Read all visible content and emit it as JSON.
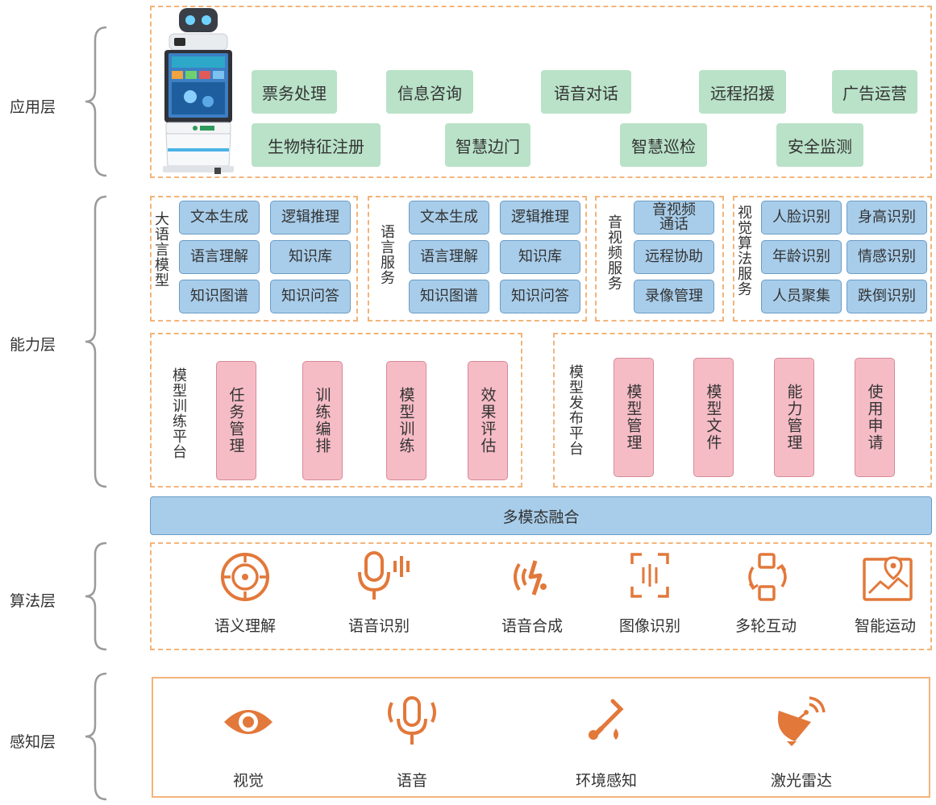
{
  "layers": {
    "application": "应用层",
    "capability": "能力层",
    "algorithm": "算法层",
    "perception": "感知层"
  },
  "application": {
    "row1": [
      "票务处理",
      "信息咨询",
      "语音对话",
      "远程招援",
      "广告运营"
    ],
    "row2": [
      "生物特征注册",
      "智慧边门",
      "智慧巡检",
      "安全监测"
    ]
  },
  "services": {
    "llm": {
      "title": "大语言模型",
      "items": [
        "文本生成",
        "逻辑推理",
        "语言理解",
        "知识库",
        "知识图谱",
        "知识问答"
      ]
    },
    "language": {
      "title": "语言服务",
      "items": [
        "文本生成",
        "逻辑推理",
        "语言理解",
        "知识库",
        "知识图谱",
        "知识问答"
      ]
    },
    "av": {
      "title": "音视频服务",
      "items": [
        "音视频通话",
        "远程协助",
        "录像管理"
      ]
    },
    "vision": {
      "title": "视觉算法服务",
      "items": [
        "人脸识别",
        "身高识别",
        "年龄识别",
        "情感识别",
        "人员聚集",
        "跌倒识别"
      ]
    }
  },
  "platforms": {
    "training": {
      "title": "模型训练平台",
      "items": [
        "任务管理",
        "训练编排",
        "模型训练",
        "效果评估"
      ]
    },
    "release": {
      "title": "模型发布平台",
      "items": [
        "模型管理",
        "模型文件",
        "能力管理",
        "使用申请"
      ]
    }
  },
  "fusion": "多模态融合",
  "algorithms": [
    {
      "label": "语义理解",
      "icon": "target-icon"
    },
    {
      "label": "语音识别",
      "icon": "mic-waves-icon"
    },
    {
      "label": "语音合成",
      "icon": "sound-wave-icon"
    },
    {
      "label": "图像识别",
      "icon": "scan-frame-icon"
    },
    {
      "label": "多轮互动",
      "icon": "cycle-icon"
    },
    {
      "label": "智能运动",
      "icon": "map-pin-icon"
    }
  ],
  "perception": [
    {
      "label": "视觉",
      "icon": "eye-icon"
    },
    {
      "label": "语音",
      "icon": "microphone-icon"
    },
    {
      "label": "环境感知",
      "icon": "thermometer-icon"
    },
    {
      "label": "激光雷达",
      "icon": "radar-dish-icon"
    }
  ],
  "colors": {
    "accent_orange": "#e2783a",
    "dash_orange": "#f3b47a",
    "green_box": "#b9e2c8",
    "blue_box": "#a8cdea",
    "pink_box": "#f5bcc6"
  }
}
